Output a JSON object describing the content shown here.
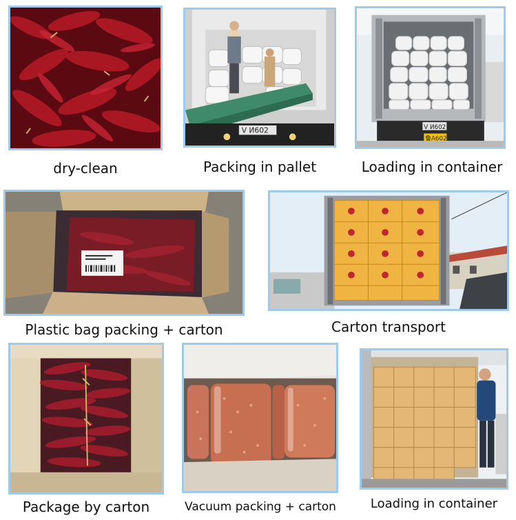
{
  "captions": {
    "c1": "dry-clean",
    "c2": "Packing in pallet",
    "c3": "Loading in container",
    "c4": "Plastic bag packing + carton",
    "c5": "Carton transport",
    "c6": "Package by carton",
    "c7": "Vacuum packing + carton",
    "c8": "Loading in container"
  },
  "truck_plates": {
    "p1": "V  И602",
    "p2": "V И602",
    "p3": "鲁A602"
  },
  "colors": {
    "frame": "#9fcbe8",
    "chili_red": "#9b1420",
    "carton": "#d9b98a",
    "box_orange": "#f0b442"
  }
}
